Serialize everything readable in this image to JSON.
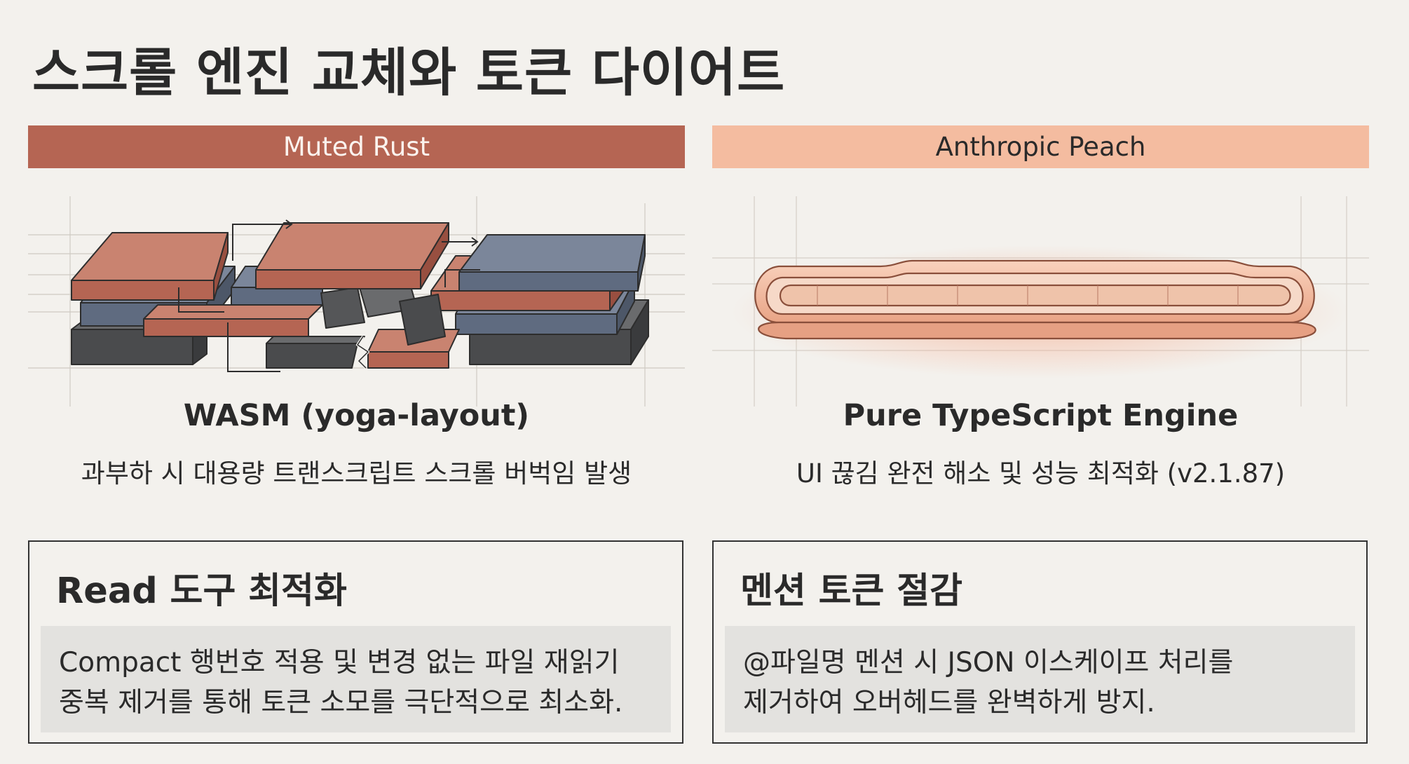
{
  "page": {
    "title": "스크롤 엔진 교체와 토큰 다이어트"
  },
  "colors": {
    "muted_rust": "#b56553",
    "anthropic_peach": "#f4bca0",
    "slate_blue": "#5f6b80",
    "charcoal": "#4a4b4d",
    "background": "#f3f1ed",
    "card_fill": "#e3e2df"
  },
  "comparison": {
    "left": {
      "header": "Muted Rust",
      "illustration": "fractured-layered-blocks",
      "title": "WASM (yoga-layout)",
      "subtitle": "과부하 시 대용량 트랜스크립트 스크롤 버벅임 발생"
    },
    "right": {
      "header": "Anthropic Peach",
      "illustration": "smooth-continuous-loop",
      "title": "Pure TypeScript Engine",
      "subtitle": "UI 끊김 완전 해소 및 성능 최적화 (v2.1.87)"
    }
  },
  "cards": {
    "left": {
      "title": "Read 도구 최적화",
      "body_lines": [
        "Compact 행번호 적용 및 변경 없는 파일 재읽기",
        "중복 제거를 통해 토큰 소모를 극단적으로 최소화."
      ]
    },
    "right": {
      "title": "멘션 토큰 절감",
      "body_lines": [
        "@파일명 멘션 시 JSON 이스케이프 처리를",
        "제거하여 오버헤드를 완벽하게 방지."
      ]
    }
  }
}
